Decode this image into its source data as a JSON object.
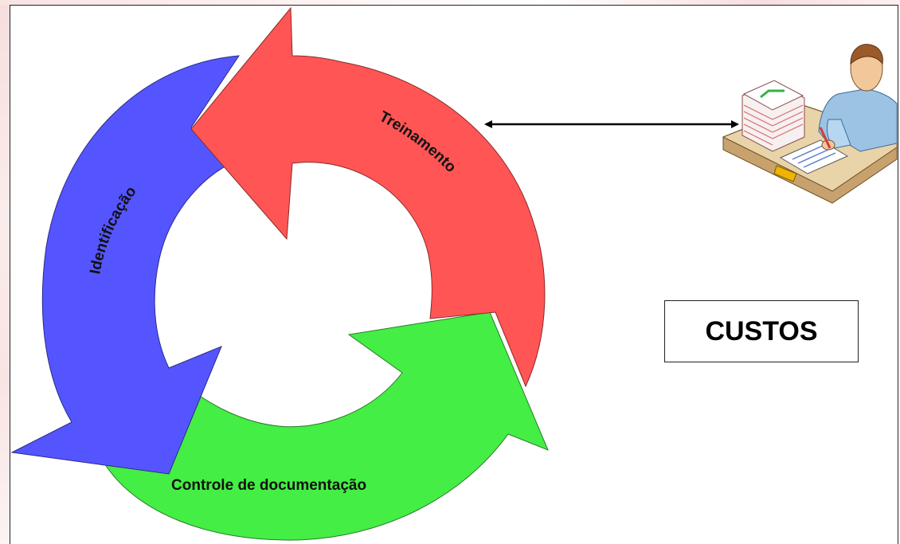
{
  "diagram": {
    "stages": [
      {
        "label": "Treinamento",
        "color": "#ff5555"
      },
      {
        "label": "Identificação",
        "color": "#5555ff"
      },
      {
        "label": "Controle de documentação",
        "color": "#44ee44"
      }
    ],
    "costs_label": "CUSTOS",
    "person_icon": "person-at-desk-icon",
    "connector": "double-headed-arrow"
  }
}
